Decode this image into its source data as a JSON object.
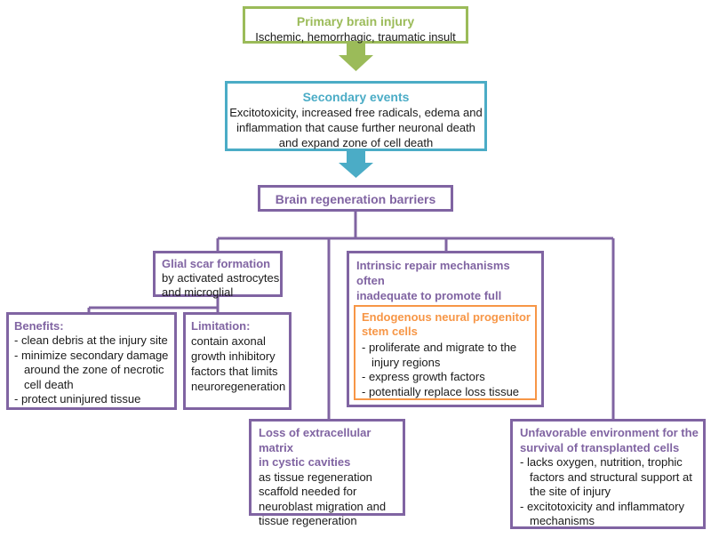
{
  "colors": {
    "green": "#9bbb59",
    "blue": "#4bacc6",
    "purple": "#8064a2",
    "orange": "#f79646"
  },
  "primary": {
    "title": "Primary brain injury",
    "text": "Ischemic, hemorrhagic, traumatic insult"
  },
  "secondary": {
    "title": "Secondary events",
    "lines": [
      "Excitotoxicity, increased free radicals, edema and",
      "inflammation that cause further neuronal death",
      "and expand zone of cell death"
    ]
  },
  "barriers": {
    "title": "Brain regeneration barriers"
  },
  "glial": {
    "title": "Glial scar formation",
    "lines": [
      "by activated astrocytes",
      "and microglial"
    ]
  },
  "benefits": {
    "title": "Benefits:",
    "items": [
      "- clean debris at the injury site",
      "- minimize secondary damage around the zone of necrotic cell death",
      "- protect uninjured tissue"
    ]
  },
  "limitation": {
    "title": "Limitation:",
    "lines": [
      "contain axonal",
      "growth inhibitory",
      "factors that limits",
      "neuroregeneration"
    ]
  },
  "intrinsic": {
    "title_lines": [
      "Intrinsic repair mechanisms often",
      "inadequate to promote full",
      "restoration"
    ]
  },
  "endogenous": {
    "title_lines": [
      "Endogenous neural progenitor",
      "stem cells"
    ],
    "items": [
      "- proliferate and migrate to the injury regions",
      "- express growth factors",
      "- potentially replace loss tissue"
    ]
  },
  "ecm": {
    "title_lines": [
      "Loss of extracellular matrix",
      "in cystic cavities"
    ],
    "lines": [
      "as tissue regeneration",
      "scaffold needed for",
      "neuroblast migration and",
      "tissue regeneration"
    ]
  },
  "unfavorable": {
    "title_lines": [
      "Unfavorable environment for the",
      "survival of transplanted cells"
    ],
    "items": [
      "- lacks oxygen, nutrition, trophic factors and structural support at the site of injury",
      "- excitotoxicity and inflammatory mechanisms"
    ]
  }
}
